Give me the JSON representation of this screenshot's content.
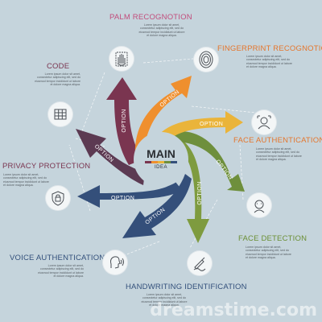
{
  "colors": {
    "background": "#c5d4dc",
    "arrow_maroon": "#7a3550",
    "arrow_orange": "#ef8f2e",
    "arrow_yellow": "#eab43a",
    "arrow_green": "#6e8f3c",
    "arrow_olive": "#7e9b3f",
    "arrow_navy": "#344f7a",
    "arrow_purple": "#5c3a52",
    "title_pink": "#c24d7c",
    "title_orange": "#e5762d",
    "title_green": "#6b8f35",
    "title_blue": "#33507b",
    "title_maroon": "#7a3550"
  },
  "center": {
    "main": "MAIN",
    "sub": "IDEA"
  },
  "option_label": "OPTION",
  "items": [
    {
      "id": "palm",
      "title": "PALM RECOGNOTION",
      "icon": "palm-scan-icon",
      "desc": [
        "Lorem ipsum dolor sit amet,",
        "consectetur adipiscing elit, sed do",
        "eiusmod tempor incididunt ut labore",
        "et dolore magna aliqua."
      ]
    },
    {
      "id": "fingerprint",
      "title": "FINGERPRINT RECOGNOTION",
      "icon": "fingerprint-icon",
      "desc": [
        "Lorem ipsum dolor sit amet,",
        "consectetur adipiscing elit, sed do",
        "eiusmod tempor incididunt ut labore",
        "et dolore magna aliqua."
      ]
    },
    {
      "id": "face-auth",
      "title": "FACE AUTHENTICATION",
      "icon": "face-scan-icon",
      "desc": [
        "Lorem ipsum dolor sit amet,",
        "consectetur adipiscing elit, sed do",
        "eiusmod tempor incididunt ut labore",
        "et dolore magna aliqua."
      ]
    },
    {
      "id": "face-detect",
      "title": "FACE DETECTION",
      "icon": "face-id-icon",
      "desc": [
        "Lorem ipsum dolor sit amet,",
        "consectetur adipiscing elit, sed do",
        "eiusmod tempor incididunt ut labore",
        "et dolore magna aliqua."
      ]
    },
    {
      "id": "handwriting",
      "title": "HANDWRITING IDENTIFICATION",
      "icon": "hand-pen-icon",
      "desc": [
        "Lorem ipsum dolor sit amet,",
        "consectetur adipiscing elit, sed do",
        "eiusmod tempor incididunt ut labore",
        "et dolore magna aliqua."
      ]
    },
    {
      "id": "voice",
      "title": "VOICE AUTHENTICATION",
      "icon": "voice-head-icon",
      "desc": [
        "Lorem ipsum dolor sit amet,",
        "consectetur adipiscing elit, sed do",
        "eiusmod tempor incididunt ut labore",
        "et dolore magna aliqua."
      ]
    },
    {
      "id": "privacy",
      "title": "PRIVACY PROTECTION",
      "icon": "shield-lock-icon",
      "desc": [
        "Lorem ipsum dolor sit amet,",
        "consectetur adipiscing elit, sed do",
        "eiusmod tempor incididunt ut labore",
        "et dolore magna aliqua."
      ]
    },
    {
      "id": "code",
      "title": "CODE",
      "icon": "keypad-icon",
      "desc": [
        "Lorem ipsum dolor sit amet,",
        "consectetur adipiscing elit, sed do",
        "eiusmod tempor incididunt ut labore",
        "et dolore magna aliqua."
      ]
    }
  ],
  "watermark": "dreamstime.com"
}
